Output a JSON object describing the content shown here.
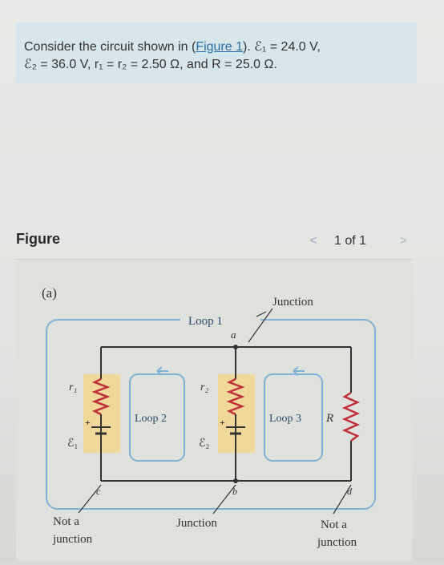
{
  "problem": {
    "intro": "Consider the circuit shown in (",
    "link": "Figure 1",
    "line1_rest": "). ℰ₁ = 24.0 V,",
    "line2": "ℰ₂ = 36.0 V, r₁ = r₂ = 2.50 Ω, and R = 25.0 Ω."
  },
  "figure": {
    "title": "Figure",
    "pager": {
      "prev": "<",
      "count": "1 of 1",
      "next": ">"
    },
    "panel_label": "(a)",
    "labels": {
      "junction_top": "Junction",
      "loop1": "Loop 1",
      "node_a": "a",
      "node_b": "b",
      "node_c": "c",
      "node_d": "d",
      "r1": "r₁",
      "e1": "ℰ₁",
      "r2": "r₂",
      "e2": "ℰ₂",
      "loop2": "Loop 2",
      "loop3": "Loop 3",
      "R": "R",
      "plus": "+",
      "not_a_1": "Not a",
      "junction_word_1": "junction",
      "junction_bottom": "Junction",
      "not_a_2": "Not a",
      "junction_word_2": "junction"
    }
  },
  "colors": {
    "problem_bg": "#d6e6ea",
    "loop_outline": "#7fb2d6",
    "battery_bg": "#efd89a",
    "resistor": "#c0303a",
    "wire": "#333333"
  }
}
